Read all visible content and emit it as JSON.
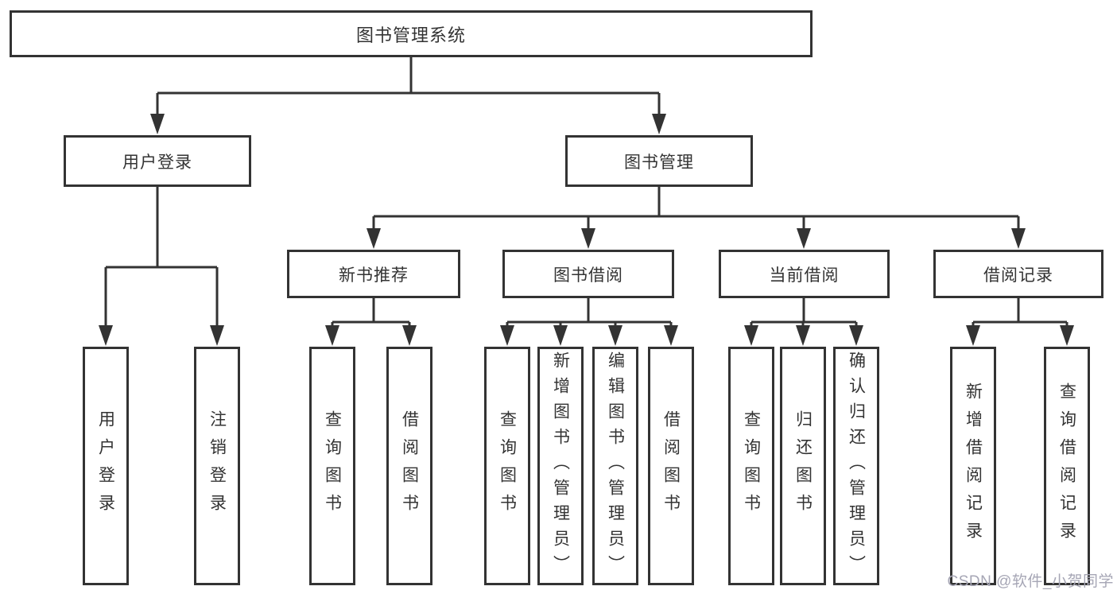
{
  "diagram": {
    "type": "hierarchy-tree",
    "tree": {
      "label": "图书管理系统",
      "children": [
        {
          "label": "用户登录",
          "children": [
            {
              "label": "用户登录"
            },
            {
              "label": "注销登录"
            }
          ]
        },
        {
          "label": "图书管理",
          "children": [
            {
              "label": "新书推荐",
              "children": [
                {
                  "label": "查询图书"
                },
                {
                  "label": "借阅图书"
                }
              ]
            },
            {
              "label": "图书借阅",
              "children": [
                {
                  "label": "查询图书"
                },
                {
                  "label": "新增图书（管理员）"
                },
                {
                  "label": "编辑图书（管理员）"
                },
                {
                  "label": "借阅图书"
                }
              ]
            },
            {
              "label": "当前借阅",
              "children": [
                {
                  "label": "查询图书"
                },
                {
                  "label": "归还图书"
                },
                {
                  "label": "确认归还（管理员）"
                }
              ]
            },
            {
              "label": "借阅记录",
              "children": [
                {
                  "label": "新增借阅记录"
                },
                {
                  "label": "查询借阅记录"
                }
              ]
            }
          ]
        }
      ]
    }
  },
  "watermark": {
    "text": "CSDN @软件_小贺同学"
  },
  "colors": {
    "line": "#333333",
    "box_border": "#333333",
    "box_fill": "#ffffff",
    "text": "#333333",
    "watermark": "#a6a6b5",
    "background": "#ffffff"
  }
}
